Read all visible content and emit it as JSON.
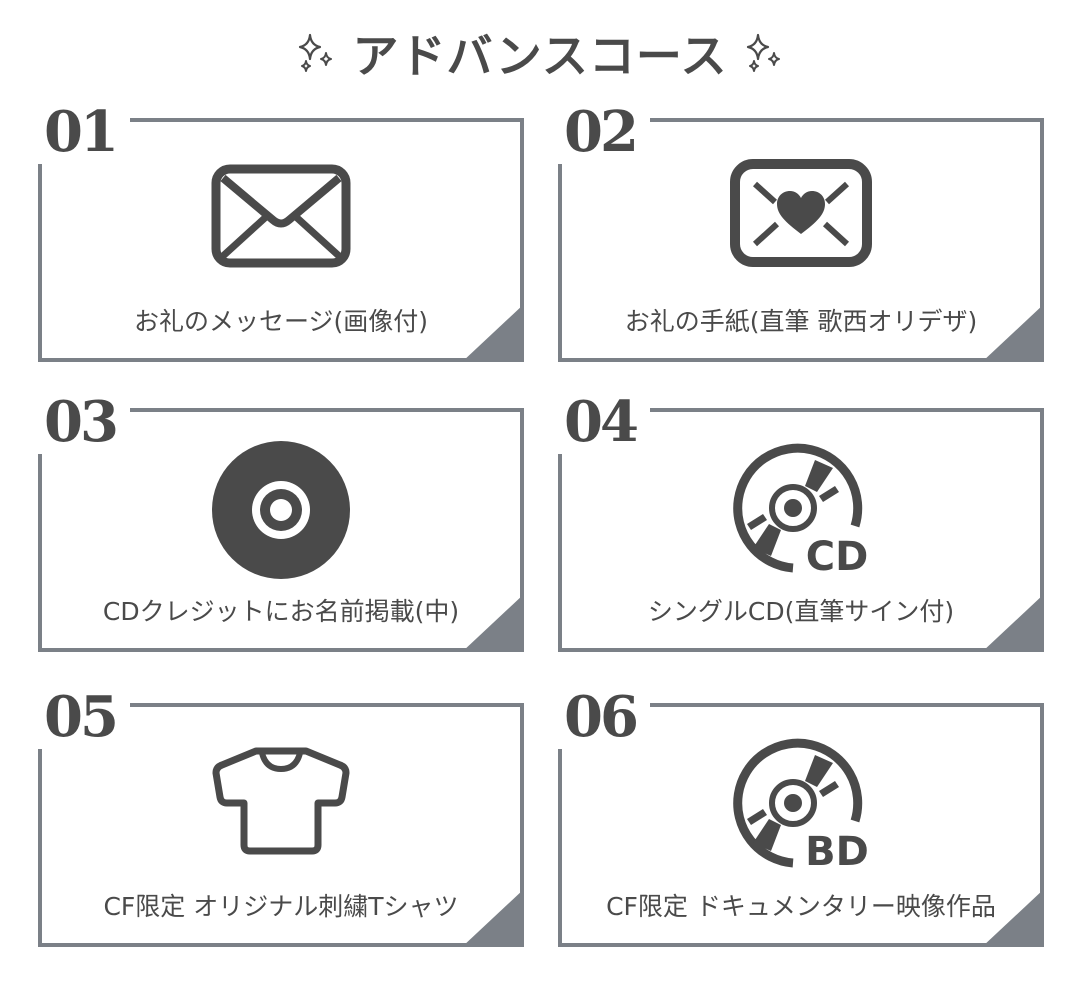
{
  "title": {
    "text": "アドバンスコース",
    "left_icon": "sparkle-icon",
    "right_icon": "sparkle-icon"
  },
  "colors": {
    "text": "#4a4a4a",
    "border": "#7b8087",
    "background": "#ffffff"
  },
  "cards": [
    {
      "number": "01",
      "label": "お礼のメッセージ(画像付)",
      "icon": "envelope-icon"
    },
    {
      "number": "02",
      "label": "お礼の手紙(直筆 歌西オリデザ)",
      "icon": "heart-letter-icon"
    },
    {
      "number": "03",
      "label": "CDクレジットにお名前掲載(中)",
      "icon": "disc-icon"
    },
    {
      "number": "04",
      "label": "シングルCD(直筆サイン付)",
      "icon": "cd-icon",
      "icon_text": "CD"
    },
    {
      "number": "05",
      "label": "CF限定 オリジナル刺繍Tシャツ",
      "icon": "tshirt-icon"
    },
    {
      "number": "06",
      "label": "CF限定 ドキュメンタリー映像作品",
      "icon": "bluray-icon",
      "icon_text": "BD"
    }
  ]
}
